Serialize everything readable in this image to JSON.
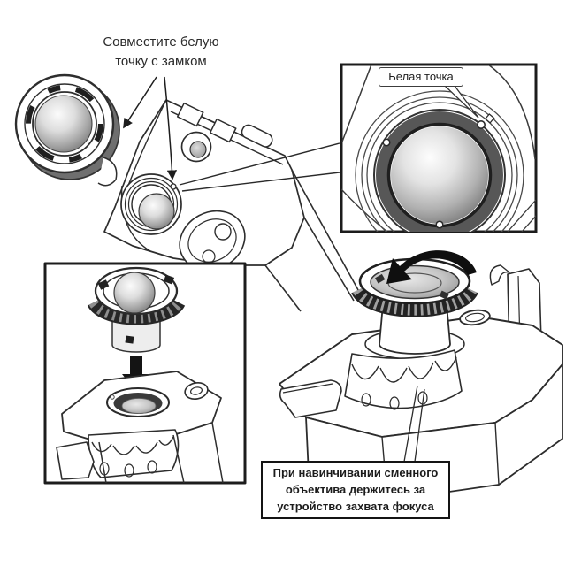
{
  "annotations": {
    "align_note": {
      "lines": [
        "Совместите белую",
        "точку с замком"
      ]
    },
    "white_dot_label": "Белая точка",
    "hold_note": {
      "lines": [
        "При навинчивании сменного",
        "объектива держитесь за",
        "устройство захвата фокуса"
      ]
    }
  },
  "icons": {
    "insert_arrow": "down-arrow-icon",
    "rotate_arrow": "rotate-counterclockwise-arrow-icon",
    "leader_arrows": "arrowhead-leader-lines"
  },
  "colors": {
    "background": "#ffffff",
    "ink": "#2d2d2d",
    "panel_border": "#1c1c1c",
    "dark_ring": "#262626",
    "arrow_fill": "#141414",
    "sphere_shade": "#777777"
  }
}
